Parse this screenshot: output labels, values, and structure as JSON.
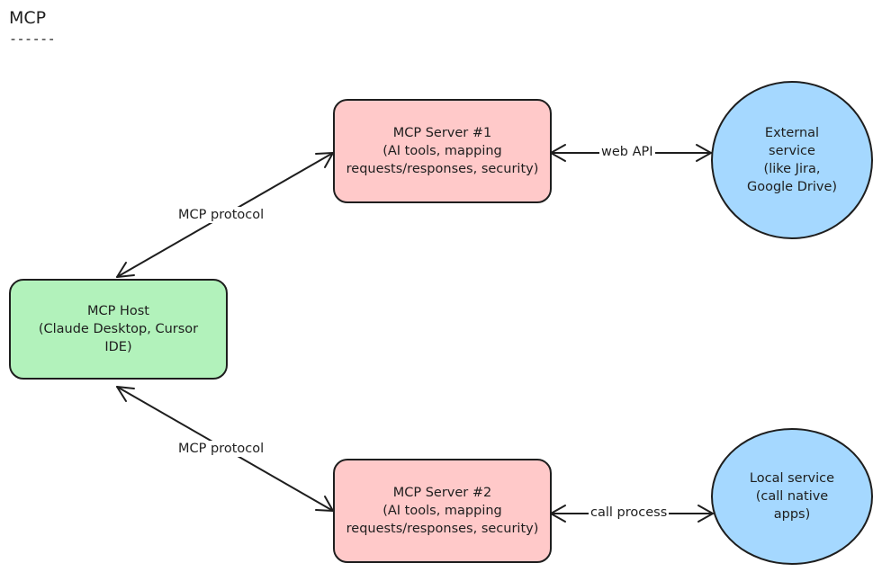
{
  "title": "MCP",
  "title_underline": "------",
  "nodes": {
    "host": "MCP Host\n(Claude Desktop, Cursor\nIDE)",
    "server1": "MCP Server #1\n(AI tools, mapping\nrequests/responses, security)",
    "server2": "MCP Server #2\n(AI tools, mapping\nrequests/responses, security)",
    "external": "External\nservice\n(like Jira,\nGoogle Drive)",
    "local": "Local service\n(call native\napps)"
  },
  "edges": {
    "host_server1": "MCP protocol",
    "host_server2": "MCP protocol",
    "server1_external": "web API",
    "server2_local": "call process"
  },
  "colors": {
    "host_fill": "#b2f2bb",
    "server_fill": "#ffc9c9",
    "service_fill": "#a5d8ff",
    "stroke": "#1e1e1e"
  }
}
